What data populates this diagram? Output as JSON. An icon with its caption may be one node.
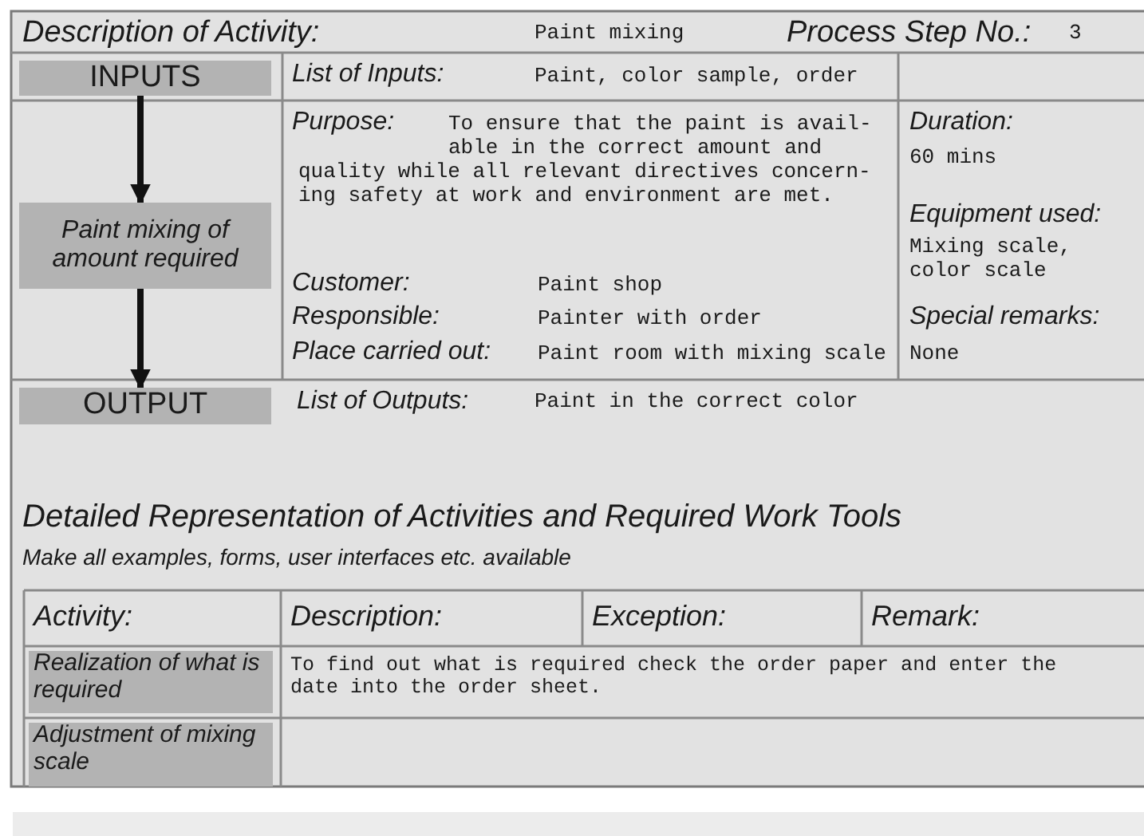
{
  "diagram": {
    "nodes": [
      {
        "text": [
          "INPUTS"
        ]
      },
      {
        "text": [
          "Paint mixing of amount required"
        ]
      },
      {
        "text": [
          "OUTPUT"
        ]
      },
      {
        "text": [
          "Realization of what is required"
        ]
      },
      {
        "text": [
          "Adjustment of mixing scale"
        ]
      }
    ],
    "edges": [
      {
        "from": 0,
        "to": 1,
        "arrow": "to"
      },
      {
        "from": 1,
        "to": 2,
        "arrow": "to"
      }
    ],
    "labels": [
      "Description of Activity:",
      "Paint mixing",
      "Process Step No.:",
      "3",
      "List of Inputs:",
      "Paint, color sample, order",
      "Purpose:",
      "To ensure that the paint is avail- able in the correct amount and quality while all relevant directives concern- ing safety at work and environment are met.",
      "Duration:",
      "60 mins",
      "Equipment used:",
      "Mixing scale, color scale",
      "Customer:",
      "Paint shop",
      "Responsible:",
      "Painter with order",
      "Special remarks:",
      "Place carried out:",
      "Paint room with mixing scale",
      "None",
      "List of Outputs:",
      "Paint in the correct color",
      "Detailed Representation of Activities and Required Work Tools",
      "Make all examples, forms, user interfaces etc. available",
      "Activity:",
      "Description:",
      "Exception:",
      "Remark:",
      "To find out what is required check the order paper and enter the date into the order sheet."
    ]
  }
}
